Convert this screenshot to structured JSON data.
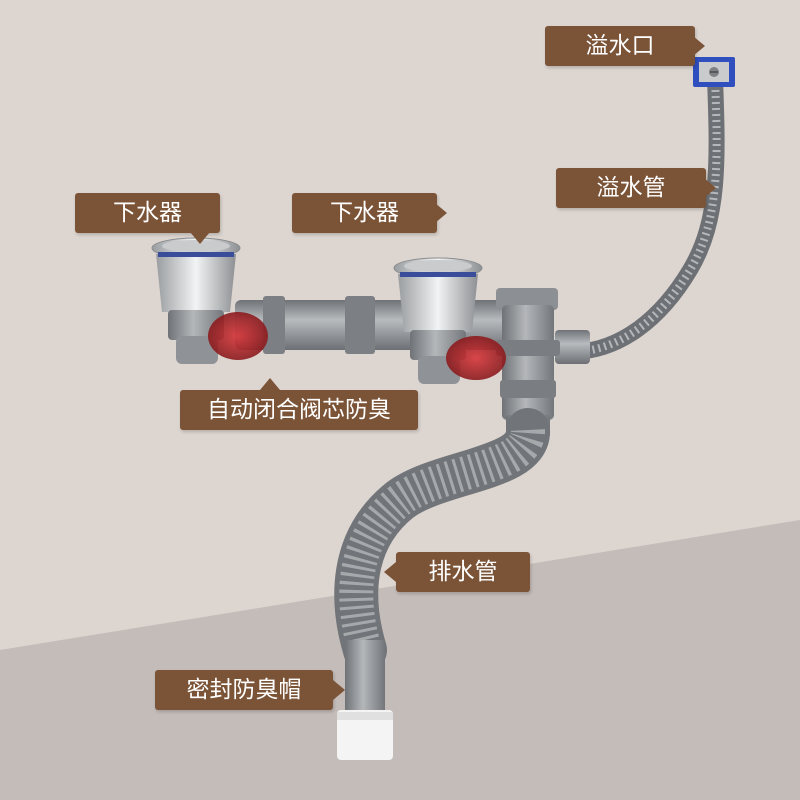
{
  "labels": {
    "overflow_outlet": "溢水口",
    "overflow_pipe": "溢水管",
    "strainer_left": "下水器",
    "strainer_right": "下水器",
    "auto_valve": "自动闭合阀芯防臭",
    "drain_pipe": "排水管",
    "sealing_cap": "密封防臭帽"
  },
  "colors": {
    "label_bg": "#7b5438",
    "wall": "#ddd5d0",
    "floor": "#c4bcb8",
    "pipe": "#8e9195",
    "valve_red": "#b0272b",
    "overflow_plate": "#2f4fbf",
    "cap": "#f4f4f4"
  }
}
